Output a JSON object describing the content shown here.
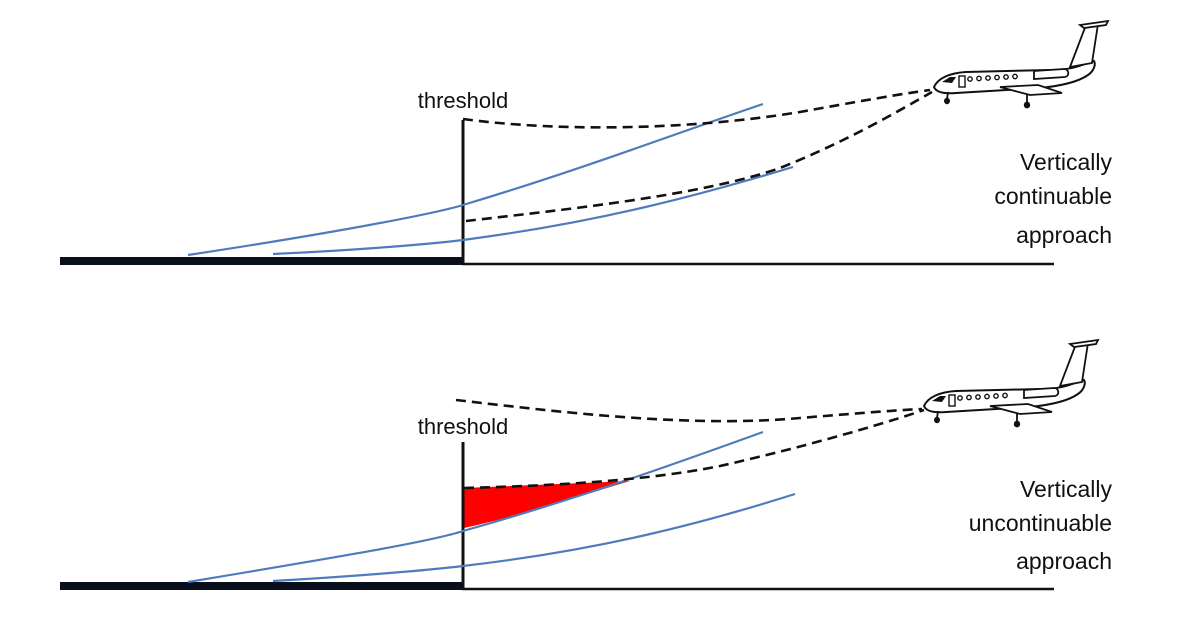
{
  "colors": {
    "background": "#ffffff",
    "glidepath_envelope": "#4f7bbd",
    "flight_path": "#111111",
    "runway": "#0a0f1e",
    "unsafe_region": "#ff0000"
  },
  "panels": [
    {
      "id": "top",
      "threshold_label": "threshold",
      "caption_lines": [
        "Vertically",
        "continuable",
        "approach"
      ],
      "aircraft_icon": "business-jet-icon",
      "unsafe_region_shown": false
    },
    {
      "id": "bottom",
      "threshold_label": "threshold",
      "caption_lines": [
        "Vertically",
        "uncontinuable",
        "approach"
      ],
      "aircraft_icon": "business-jet-icon",
      "unsafe_region_shown": true
    }
  ]
}
